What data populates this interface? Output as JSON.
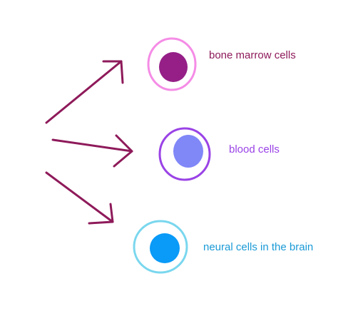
{
  "labels": {
    "bone_marrow": "bone marrow cells",
    "blood": "blood cells",
    "neural": "neural cells in the brain"
  },
  "colors": {
    "arrow": "#8e1a5a",
    "bone_marrow_ring": "#f58ce6",
    "bone_marrow_nucleus": "#951f87",
    "bone_marrow_label": "#8e1a5a",
    "blood_ring": "#9a43e6",
    "blood_nucleus": "#8087f7",
    "blood_label": "#9a43e6",
    "neural_ring": "#7ad7ee",
    "neural_nucleus": "#0a9af7",
    "neural_label": "#1a9ad6"
  }
}
